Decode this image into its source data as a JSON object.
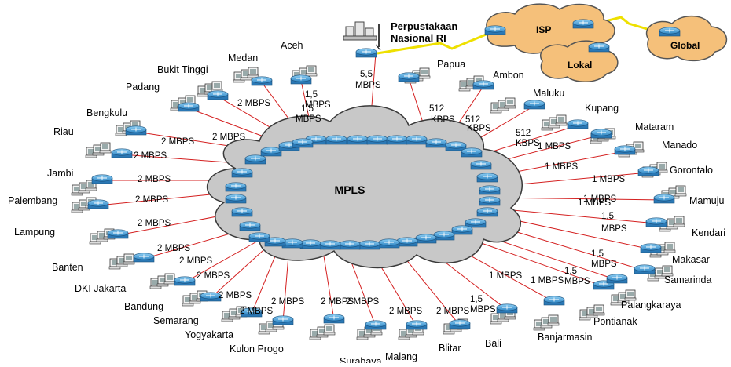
{
  "core": {
    "label": "MPLS"
  },
  "hq": {
    "line1": "Perpustakaan",
    "line2": "Nasional RI",
    "bandwidth_line1": "5,5",
    "bandwidth_line2": "MBPS"
  },
  "isp": {
    "isp_label": "ISP",
    "local_label": "Lokal",
    "global_label": "Global"
  },
  "colors": {
    "cloud_fill": "#c0c0c0",
    "cloud_stroke": "#404040",
    "isp_cloud_fill": "#f5c07a",
    "link": "#d42020",
    "router_fill": "#59a9de",
    "lightning": "#f0e000"
  },
  "sites": [
    {
      "name": "Aceh",
      "bw": [
        "1,5",
        "MBPS"
      ]
    },
    {
      "name": "Medan",
      "bw": [
        "1,5",
        "MBPS"
      ]
    },
    {
      "name": "Bukit Tinggi",
      "bw": [
        "2 MBPS"
      ]
    },
    {
      "name": "Padang",
      "bw": [
        "2 MBPS"
      ]
    },
    {
      "name": "Bengkulu",
      "bw": [
        "2 MBPS"
      ]
    },
    {
      "name": "Riau",
      "bw": [
        "2 MBPS"
      ]
    },
    {
      "name": "Jambi",
      "bw": [
        "2 MBPS"
      ]
    },
    {
      "name": "Palembang",
      "bw": [
        "2 MBPS"
      ]
    },
    {
      "name": "Lampung",
      "bw": [
        "2 MBPS"
      ]
    },
    {
      "name": "Banten",
      "bw": [
        "2 MBPS"
      ]
    },
    {
      "name": "DKI Jakarta",
      "bw": [
        "2 MBPS"
      ]
    },
    {
      "name": "Bandung",
      "bw": [
        "2 MBPS"
      ]
    },
    {
      "name": "Semarang",
      "bw": [
        "2 MBPS"
      ]
    },
    {
      "name": "Yogyakarta",
      "bw": [
        "2 MBPS"
      ]
    },
    {
      "name": "Kulon Progo",
      "bw": [
        "2 MBPS"
      ]
    },
    {
      "name": "Surabaya",
      "bw": [
        "2 MBPS"
      ]
    },
    {
      "name": "Malang",
      "bw": [
        "2 MBPS"
      ]
    },
    {
      "name": "Blitar",
      "bw": [
        "2 MBPS"
      ]
    },
    {
      "name": "Bali",
      "bw": [
        "2 MBPS"
      ]
    },
    {
      "name": "Banjarmasin",
      "bw": [
        "1,5",
        "MBPS"
      ]
    },
    {
      "name": "Pontianak",
      "bw": [
        "1 MBPS"
      ]
    },
    {
      "name": "Palangkaraya",
      "bw": [
        "1 MBPS"
      ]
    },
    {
      "name": "Samarinda",
      "bw": [
        "1,5",
        "MBPS"
      ]
    },
    {
      "name": "Makasar",
      "bw": [
        "1,5",
        "MBPS"
      ]
    },
    {
      "name": "Kendari",
      "bw": [
        "1,5",
        "MBPS"
      ]
    },
    {
      "name": "Mamuju",
      "bw": [
        "1 MBPS"
      ]
    },
    {
      "name": "Gorontalo",
      "bw": [
        "1 MBPS"
      ]
    },
    {
      "name": "Manado",
      "bw": [
        "1 MBPS"
      ]
    },
    {
      "name": "Mataram",
      "bw": [
        "1 MBPS"
      ]
    },
    {
      "name": "Kupang",
      "bw": [
        "1 MBPS"
      ]
    },
    {
      "name": "Maluku",
      "bw": [
        "512",
        "KBPS"
      ]
    },
    {
      "name": "Ambon",
      "bw": [
        "512",
        "KBPS"
      ]
    },
    {
      "name": "Papua",
      "bw": [
        "512",
        "KBPS"
      ]
    }
  ]
}
